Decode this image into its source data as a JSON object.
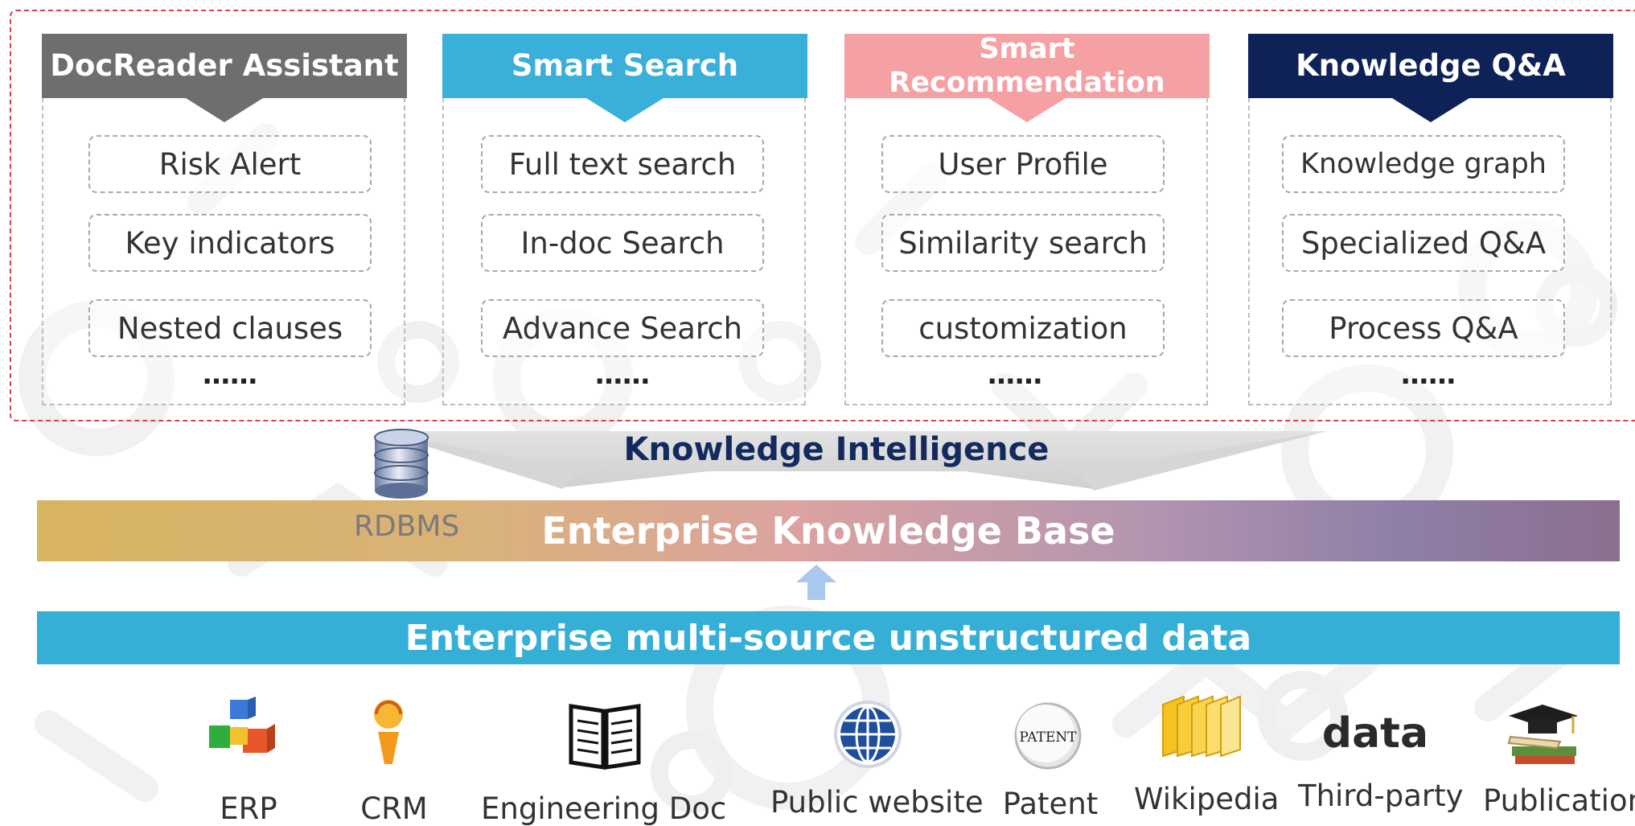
{
  "modules": [
    {
      "title": "DocReader Assistant",
      "color": "#6e6e6e",
      "features": [
        "Risk Alert",
        "Key indicators",
        "Nested clauses"
      ],
      "more": "……"
    },
    {
      "title": "Smart Search",
      "color": "#3aafd9",
      "features": [
        "Full text search",
        "In-doc Search",
        "Advance Search"
      ],
      "more": "……"
    },
    {
      "title": "Smart Recommendation",
      "color": "#f5a0a3",
      "features": [
        "User Profile",
        "Similarity search",
        "customization"
      ],
      "more": "……"
    },
    {
      "title": "Knowledge Q&A",
      "color": "#0f2258",
      "features": [
        "Knowledge graph",
        "Specialized Q&A",
        "Process Q&A"
      ],
      "more": "……"
    }
  ],
  "knowledge_intelligence": "Knowledge Intelligence",
  "enterprise_knowledge_base": "Enterprise Knowledge Base",
  "rdbms": "RDBMS",
  "unstructured_data": "Enterprise multi-source unstructured data",
  "sources": [
    {
      "label": "ERP",
      "icon": "cubes-icon"
    },
    {
      "label": "CRM",
      "icon": "person-icon"
    },
    {
      "label": "Engineering Doc",
      "icon": "open-book-icon"
    },
    {
      "label": "Public website",
      "icon": "globe-icon"
    },
    {
      "label": "Patent",
      "icon": "patent-seal-icon"
    },
    {
      "label": "Wikipedia",
      "icon": "stacked-pages-icon"
    },
    {
      "label": "Third-party",
      "icon": "data-word-icon",
      "icon_text": "data"
    },
    {
      "label": "Publication",
      "icon": "graduation-cap-books-icon"
    }
  ],
  "colors": {
    "frame_red": "#e23b4a",
    "ki_text": "#132a5e",
    "unstructured_bar": "#35afd6"
  }
}
